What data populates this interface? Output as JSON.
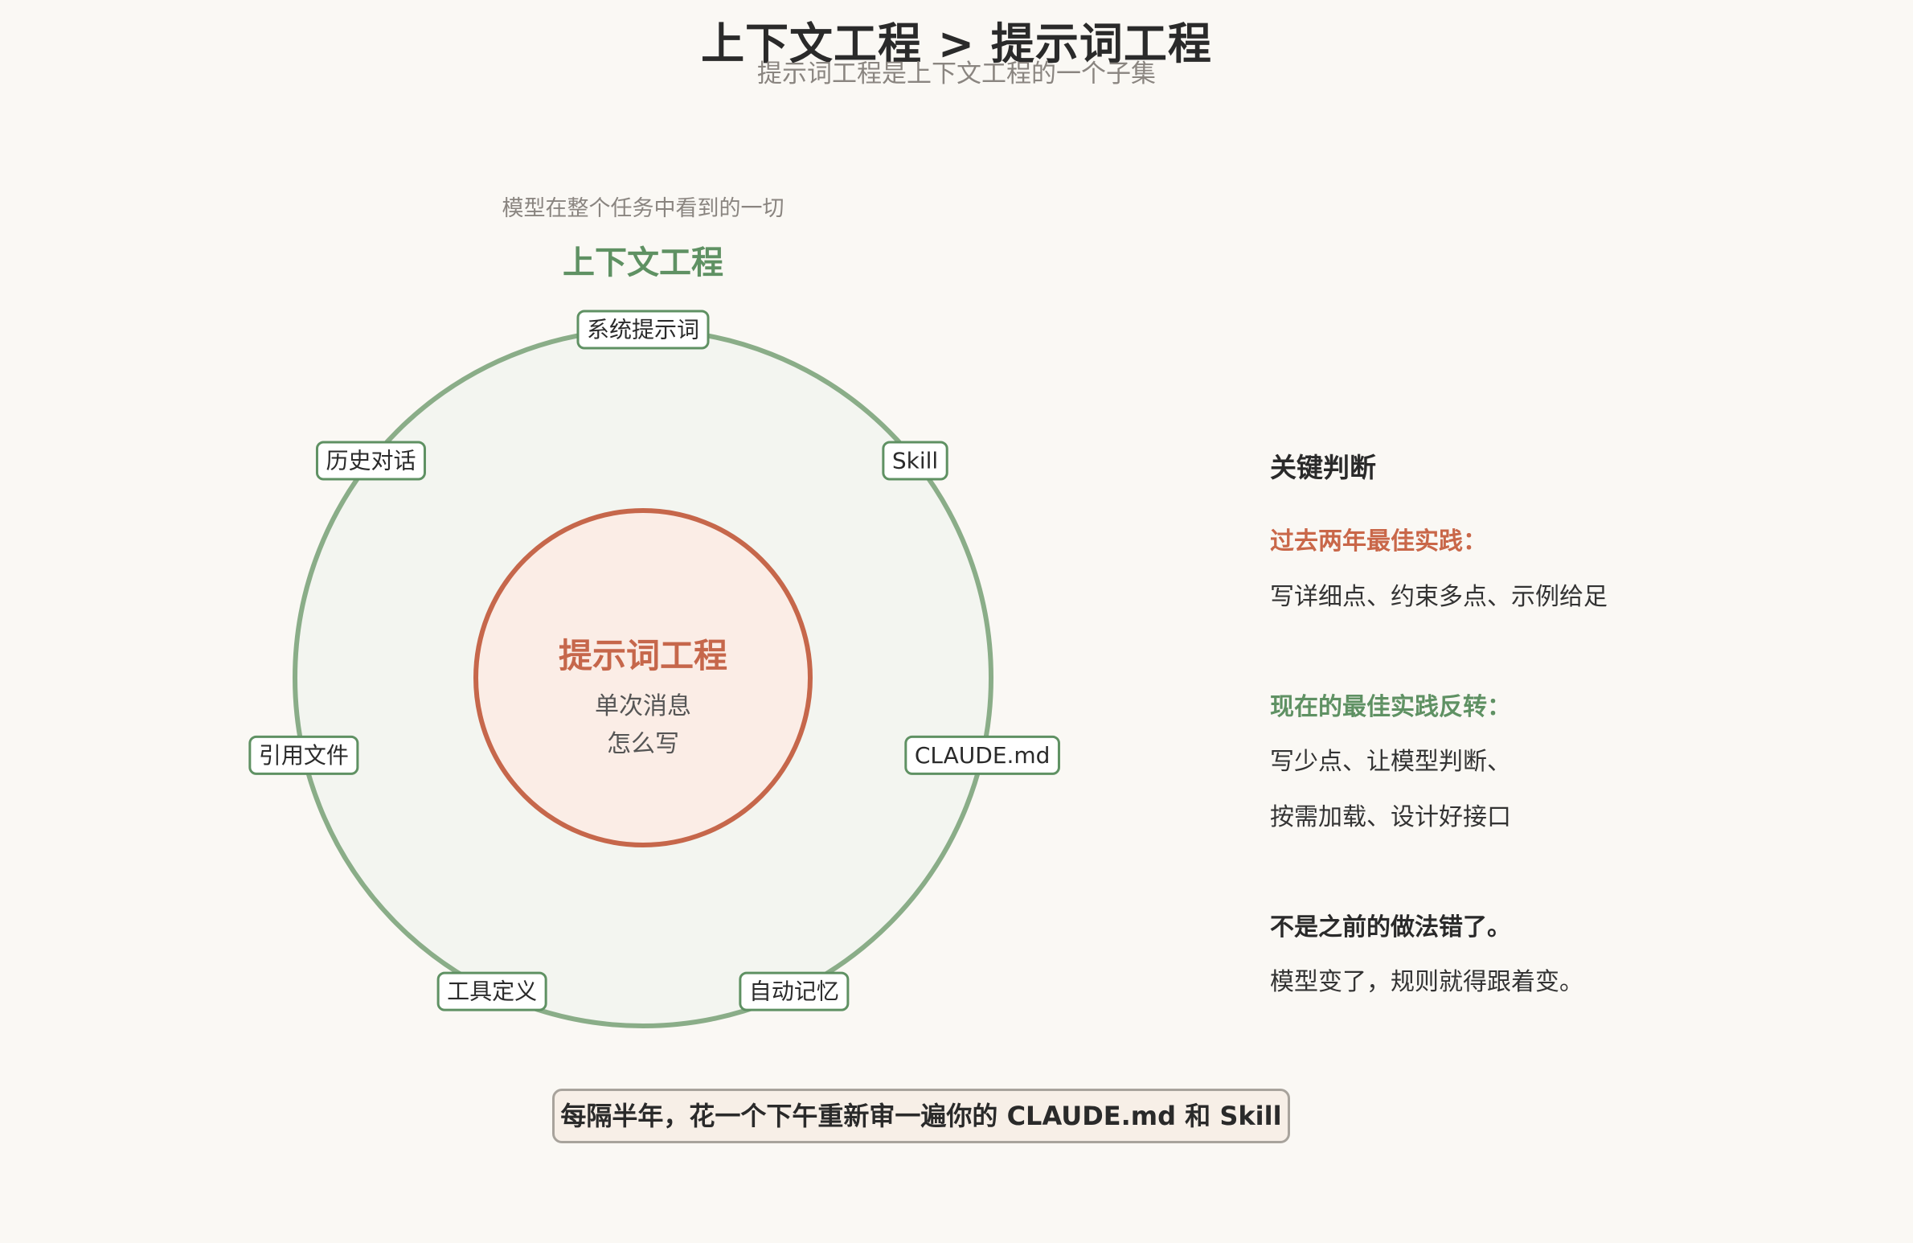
{
  "header": {
    "title": "上下文工程 > 提示词工程",
    "subtitle": "提示词工程是上下文工程的一个子集"
  },
  "diagram": {
    "outer_caption": "模型在整个任务中看到的一切",
    "outer_title": "上下文工程",
    "inner_title": "提示词工程",
    "inner_lines": [
      "单次消息",
      "怎么写"
    ],
    "tags": [
      "系统提示词",
      "Skill",
      "CLAUDE.md",
      "自动记忆",
      "工具定义",
      "引用文件",
      "历史对话"
    ],
    "colors": {
      "outer_stroke": "#8aad88",
      "outer_fill": "#f3f5f0",
      "inner_stroke": "#c6674b",
      "inner_fill": "#fbede6",
      "outer_title": "#5f9163",
      "inner_title": "#c6674b",
      "tag_border": "#5f9163",
      "tag_fill": "#ffffff"
    }
  },
  "panel": {
    "heading": "关键判断",
    "past_label": "过去两年最佳实践：",
    "past_text": "写详细点、约束多点、示例给足",
    "now_label": "现在的最佳实践反转：",
    "now_lines": [
      "写少点、让模型判断、",
      "按需加载、设计好接口"
    ],
    "conclusion_bold": "不是之前的做法错了。",
    "conclusion_text": "模型变了，规则就得跟着变。"
  },
  "footer": {
    "note": "每隔半年，花一个下午重新审一遍你的 CLAUDE.md 和 Skill"
  }
}
